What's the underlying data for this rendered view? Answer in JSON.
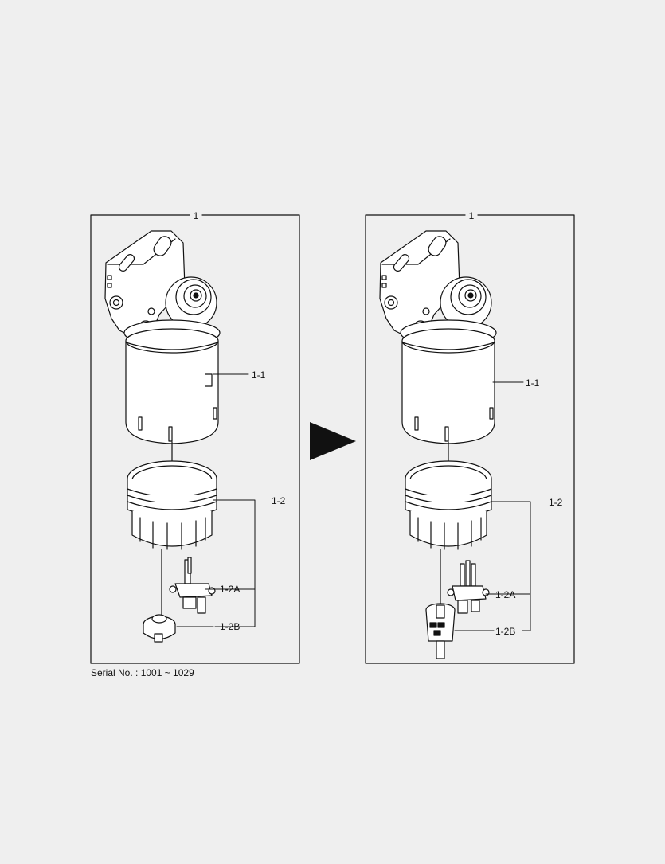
{
  "diagram": {
    "panel_before": {
      "assembly_label": "1",
      "bowl_label": "1-1",
      "cap_label": "1-2",
      "sensor_label": "1-2A",
      "drain_label": "1-2B"
    },
    "panel_after": {
      "assembly_label": "1",
      "bowl_label": "1-1",
      "cap_label": "1-2",
      "sensor_label": "1-2A",
      "drain_label": "1-2B"
    },
    "arrow_icon": "right-triangle-arrow",
    "serial_note": "Serial No. : 1001 ~ 1029"
  }
}
